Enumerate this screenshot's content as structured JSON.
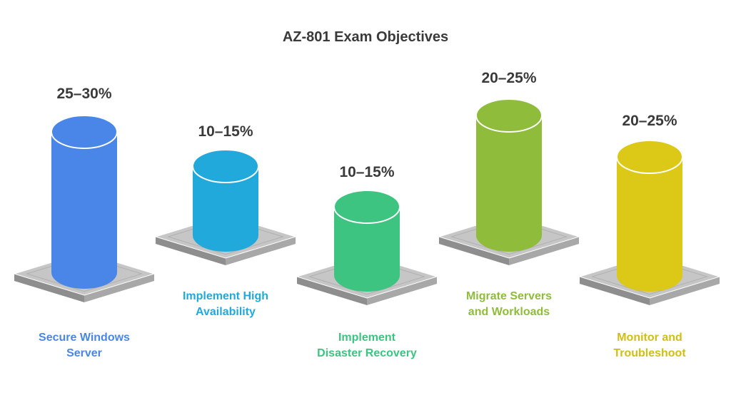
{
  "title": "AZ-801 Exam Objectives",
  "objectives": [
    {
      "name_lines": [
        "Secure Windows",
        "Server"
      ],
      "weight": "25–30%",
      "weight_min": 25,
      "weight_max": 30,
      "color": "#4a86e8"
    },
    {
      "name_lines": [
        "Implement High",
        "Availability"
      ],
      "weight": "10–15%",
      "weight_min": 10,
      "weight_max": 15,
      "color": "#22a9dc"
    },
    {
      "name_lines": [
        "Implement",
        "Disaster Recovery"
      ],
      "weight": "10–15%",
      "weight_min": 10,
      "weight_max": 15,
      "color": "#3cc480"
    },
    {
      "name_lines": [
        "Migrate Servers",
        "and Workloads"
      ],
      "weight": "20–25%",
      "weight_min": 20,
      "weight_max": 25,
      "color": "#8fbc3a"
    },
    {
      "name_lines": [
        "Monitor and",
        "Troubleshoot"
      ],
      "weight": "20–25%",
      "weight_min": 20,
      "weight_max": 25,
      "color": "#dcc816"
    }
  ],
  "colors": {
    "platform_top": "#c6c6c6",
    "platform_left": "#8e8e8e",
    "platform_right": "#a8a8a8",
    "title_text": "#3a3a3a"
  }
}
